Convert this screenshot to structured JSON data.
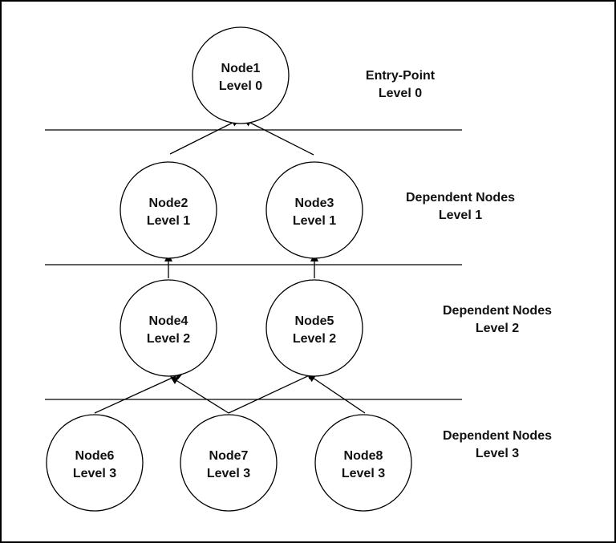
{
  "nodes": [
    {
      "id": "node1",
      "name": "Node1",
      "level": "Level 0"
    },
    {
      "id": "node2",
      "name": "Node2",
      "level": "Level 1"
    },
    {
      "id": "node3",
      "name": "Node3",
      "level": "Level 1"
    },
    {
      "id": "node4",
      "name": "Node4",
      "level": "Level 2"
    },
    {
      "id": "node5",
      "name": "Node5",
      "level": "Level 2"
    },
    {
      "id": "node6",
      "name": "Node6",
      "level": "Level 3"
    },
    {
      "id": "node7",
      "name": "Node7",
      "level": "Level 3"
    },
    {
      "id": "node8",
      "name": "Node8",
      "level": "Level 3"
    }
  ],
  "edges": [
    {
      "from": "node2",
      "to": "node1"
    },
    {
      "from": "node3",
      "to": "node1"
    },
    {
      "from": "node4",
      "to": "node2"
    },
    {
      "from": "node5",
      "to": "node3"
    },
    {
      "from": "node6",
      "to": "node4"
    },
    {
      "from": "node7",
      "to": "node4"
    },
    {
      "from": "node7",
      "to": "node5"
    },
    {
      "from": "node8",
      "to": "node5"
    }
  ],
  "level_labels": [
    {
      "line1": "Entry-Point",
      "line2": "Level 0"
    },
    {
      "line1": "Dependent Nodes",
      "line2": "Level 1"
    },
    {
      "line1": "Dependent Nodes",
      "line2": "Level 2"
    },
    {
      "line1": "Dependent Nodes",
      "line2": "Level 3"
    }
  ],
  "colors": {
    "stroke": "#000000",
    "text": "#111111",
    "frame": "#000000",
    "background": "#ffffff"
  }
}
